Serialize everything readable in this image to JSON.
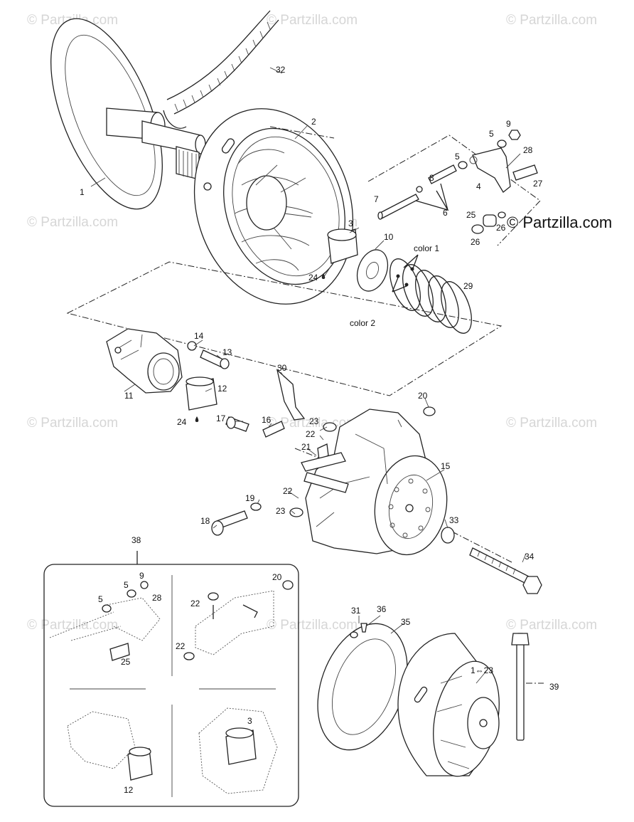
{
  "watermark": "© Partzilla.com",
  "copyright": "© Partzilla.com",
  "labels": {
    "p1": "1",
    "p2": "2",
    "p3": "3",
    "p3b": "3",
    "p4": "4",
    "p5a": "5",
    "p5b": "5",
    "p5c": "5",
    "p5d": "5",
    "p6": "6",
    "p7": "7",
    "p8": "8",
    "p9": "9",
    "p9b": "9",
    "p10": "10",
    "p11": "11",
    "p12": "12",
    "p12b": "12",
    "p13": "13",
    "p14": "14",
    "p15": "15",
    "p16": "16",
    "p17": "17",
    "p18": "18",
    "p19": "19",
    "p20": "20",
    "p20b": "20",
    "p21": "21",
    "p22a": "22",
    "p22b": "22",
    "p22c": "22",
    "p22d": "22",
    "p23a": "23",
    "p23b": "23",
    "p24a": "24",
    "p24b": "24",
    "p25": "25",
    "p25b": "25",
    "p26a": "26",
    "p26b": "26",
    "p27": "27",
    "p28": "28",
    "p28b": "28",
    "p29": "29",
    "p30": "30",
    "p31": "31",
    "p32": "32",
    "p33": "33",
    "p34": "34",
    "p35": "35",
    "p36": "36",
    "p38": "38",
    "p39": "39",
    "p1to23": "1⇔23",
    "color1": "color 1",
    "color2": "color 2"
  }
}
